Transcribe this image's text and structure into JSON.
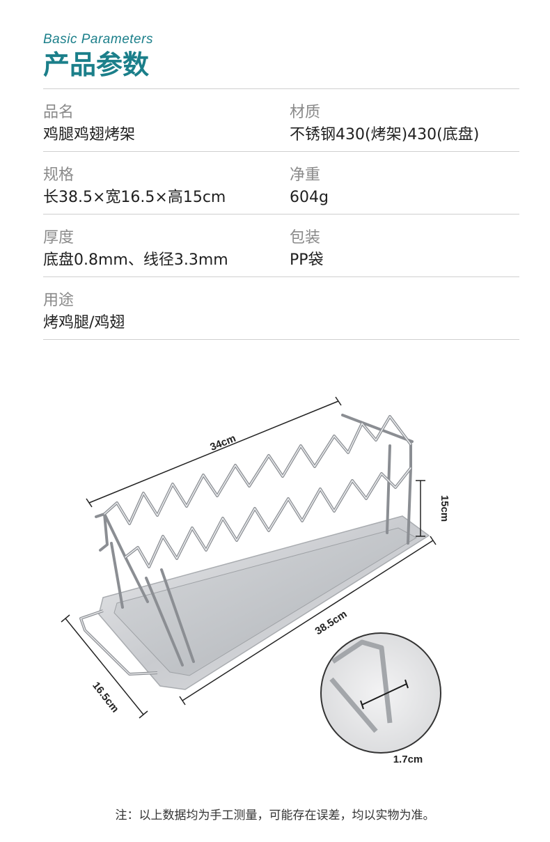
{
  "header": {
    "subtitle": "Basic Parameters",
    "title": "产品参数"
  },
  "params": [
    {
      "left_label": "品名",
      "left_value": "鸡腿鸡翅烤架",
      "right_label": "材质",
      "right_value": "不锈钢430(烤架)430(底盘)"
    },
    {
      "left_label": "规格",
      "left_value": "长38.5×宽16.5×高15cm",
      "right_label": "净重",
      "right_value": "604g"
    },
    {
      "left_label": "厚度",
      "left_value": "底盘0.8mm、线径3.3mm",
      "right_label": "包装",
      "right_value": "PP袋"
    },
    {
      "left_label": "用途",
      "left_value": "烤鸡腿/鸡翅",
      "right_label": "",
      "right_value": ""
    }
  ],
  "dimensions": {
    "length_rack": "34cm",
    "height": "15cm",
    "length_tray": "38.5cm",
    "width": "16.5cm",
    "wire_gap": "1.7cm"
  },
  "note": "注：以上数据均为手工测量，可能存在误差，均以实物为准。"
}
